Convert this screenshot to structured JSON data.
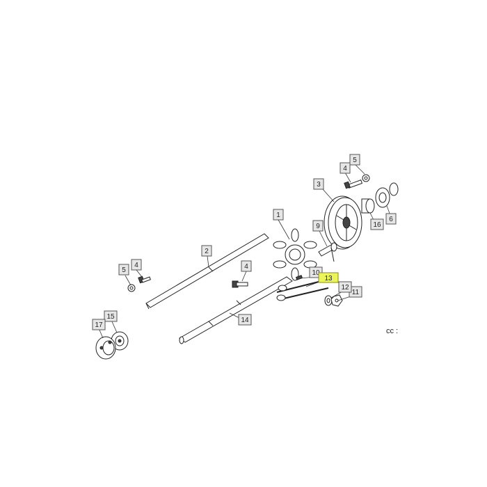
{
  "diagram": {
    "callouts": [
      {
        "id": "c1",
        "text": "1",
        "highlight": false
      },
      {
        "id": "c2",
        "text": "2",
        "highlight": false
      },
      {
        "id": "c3",
        "text": "3",
        "highlight": false
      },
      {
        "id": "c4a",
        "text": "4",
        "highlight": false
      },
      {
        "id": "c5a",
        "text": "5",
        "highlight": false
      },
      {
        "id": "c4b",
        "text": "4",
        "highlight": false
      },
      {
        "id": "c5b",
        "text": "5",
        "highlight": false
      },
      {
        "id": "c4c",
        "text": "4",
        "highlight": false
      },
      {
        "id": "c6",
        "text": "6",
        "highlight": false
      },
      {
        "id": "c9",
        "text": "9",
        "highlight": false
      },
      {
        "id": "c10",
        "text": "10",
        "highlight": false
      },
      {
        "id": "c11",
        "text": "11",
        "highlight": false
      },
      {
        "id": "c12",
        "text": "12",
        "highlight": false
      },
      {
        "id": "c13",
        "text": "13",
        "highlight": true
      },
      {
        "id": "c14",
        "text": "14",
        "highlight": false
      },
      {
        "id": "c15",
        "text": "15",
        "highlight": false
      },
      {
        "id": "c16",
        "text": "16",
        "highlight": false
      },
      {
        "id": "c17",
        "text": "17",
        "highlight": false
      }
    ],
    "corner_code": "cc :",
    "highlight_color": "#eaf55a"
  }
}
